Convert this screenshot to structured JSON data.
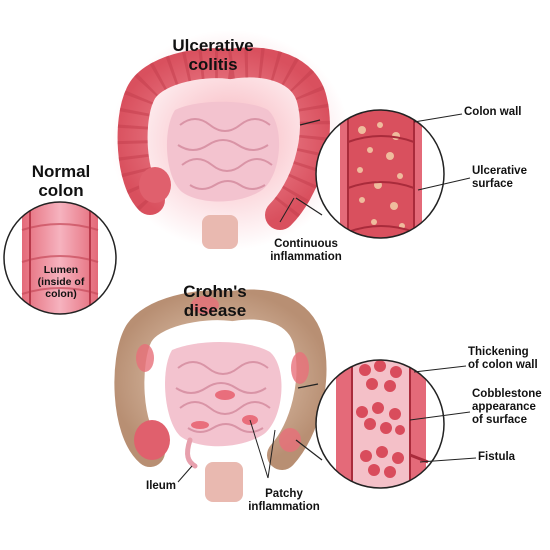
{
  "titles": {
    "ulcerative": "Ulcerative\ncolitis",
    "normal": "Normal\ncolon",
    "crohns": "Crohn's\ndisease"
  },
  "labels": {
    "colon_wall": "Colon wall",
    "ulcerative_surface": "Ulcerative\nsurface",
    "continuous_inflammation": "Continuous\ninflammation",
    "lumen": "Lumen\n(inside of\ncolon)",
    "thickening": "Thickening\nof colon wall",
    "cobblestone": "Cobblestone\nappearance\nof surface",
    "fistula": "Fistula",
    "ileum": "Ileum",
    "patchy_inflammation": "Patchy\ninflammation"
  },
  "colors": {
    "inflamed": "#e8707a",
    "inflamed_dark": "#c9404e",
    "tissue_pink": "#f2b9c4",
    "intestine": "#f6c7d3",
    "crohn_tan": "#c9a98e",
    "circle_outline": "#222222"
  }
}
